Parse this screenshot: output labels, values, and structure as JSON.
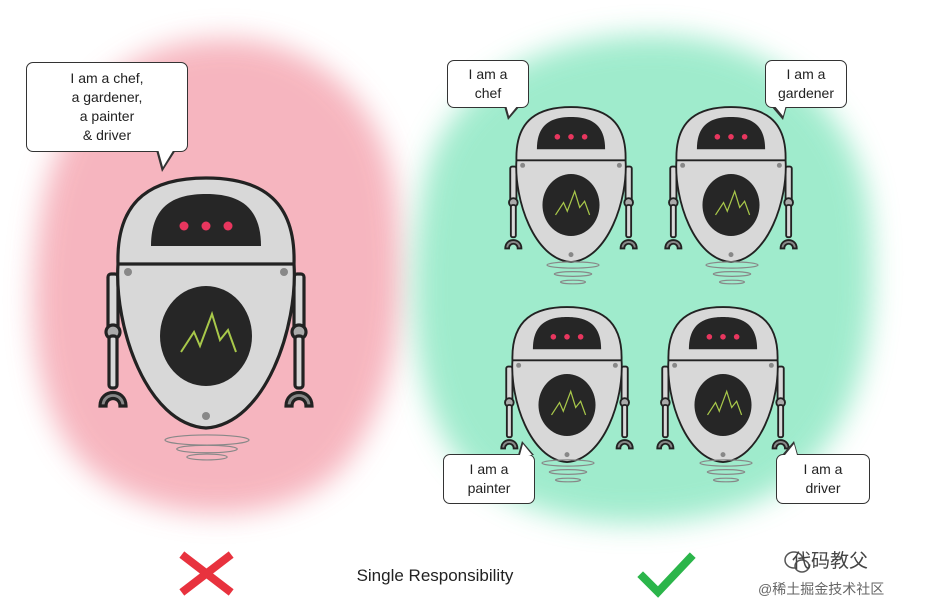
{
  "colors": {
    "bad_blob": "#f5a9b4",
    "good_blob": "#8fe8c4",
    "robot_body": "#d8d8d8",
    "robot_outline": "#222222",
    "visor": "#262626",
    "eye": "#e8365e",
    "screen_wave": "#a8c84a",
    "cross": "#e8323e",
    "check": "#2bb54a"
  },
  "bubbles": {
    "single": "I am a chef,\na gardener,\na painter\n& driver",
    "chef": "I am a\nchef",
    "gardener": "I am a\ngardener",
    "painter": "I am a\npainter",
    "driver": "I am a\ndriver"
  },
  "caption": "Single Responsibility",
  "watermark": {
    "line1": "代码教父",
    "line2": "@稀土掘金技术社区"
  }
}
